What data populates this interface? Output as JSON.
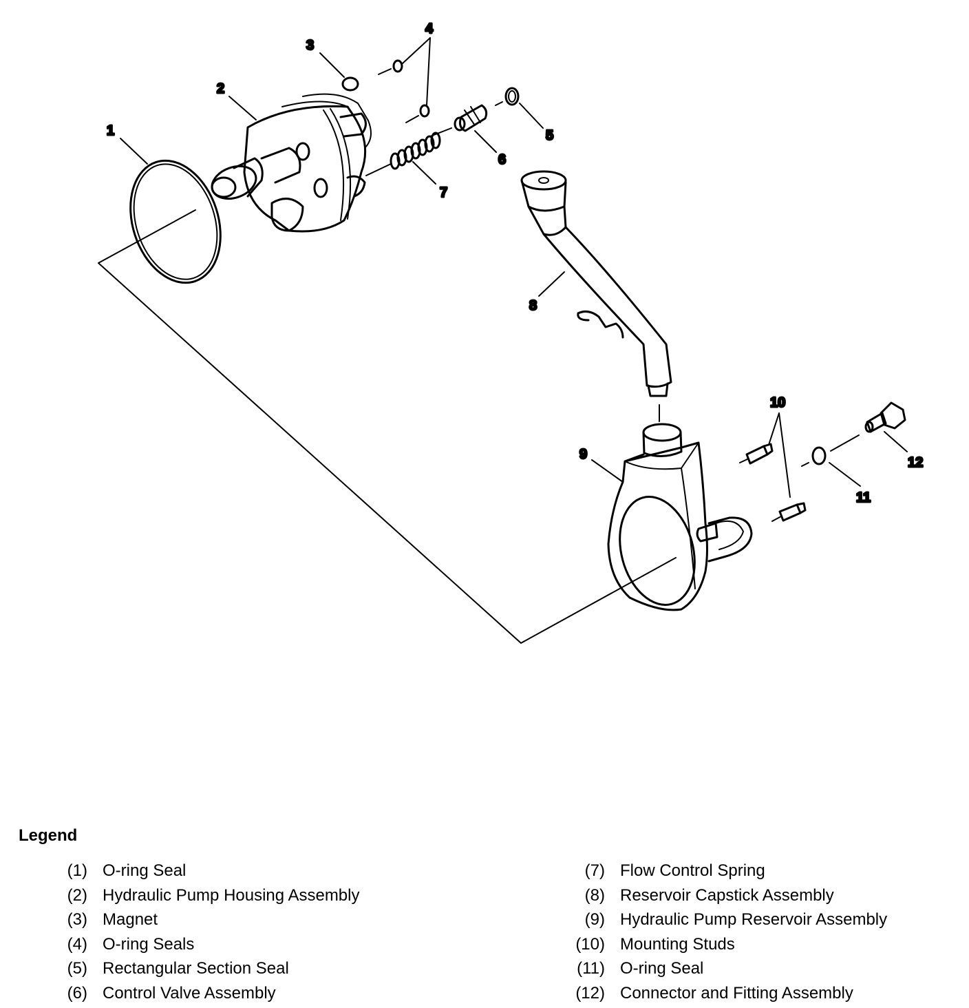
{
  "callouts": [
    "1",
    "2",
    "3",
    "4",
    "5",
    "6",
    "7",
    "8",
    "9",
    "10",
    "11",
    "12"
  ],
  "legend": {
    "title": "Legend",
    "items": [
      {
        "num": "(1)",
        "label": "O-ring Seal"
      },
      {
        "num": "(2)",
        "label": "Hydraulic Pump Housing Assembly"
      },
      {
        "num": "(3)",
        "label": "Magnet"
      },
      {
        "num": "(4)",
        "label": "O-ring Seals"
      },
      {
        "num": "(5)",
        "label": "Rectangular Section Seal"
      },
      {
        "num": "(6)",
        "label": "Control Valve Assembly"
      },
      {
        "num": "(7)",
        "label": "Flow Control Spring"
      },
      {
        "num": "(8)",
        "label": "Reservoir Capstick Assembly"
      },
      {
        "num": "(9)",
        "label": "Hydraulic Pump Reservoir Assembly"
      },
      {
        "num": "(10)",
        "label": "Mounting Studs"
      },
      {
        "num": "(11)",
        "label": "O-ring Seal"
      },
      {
        "num": "(12)",
        "label": "Connector and Fitting Assembly"
      }
    ]
  }
}
